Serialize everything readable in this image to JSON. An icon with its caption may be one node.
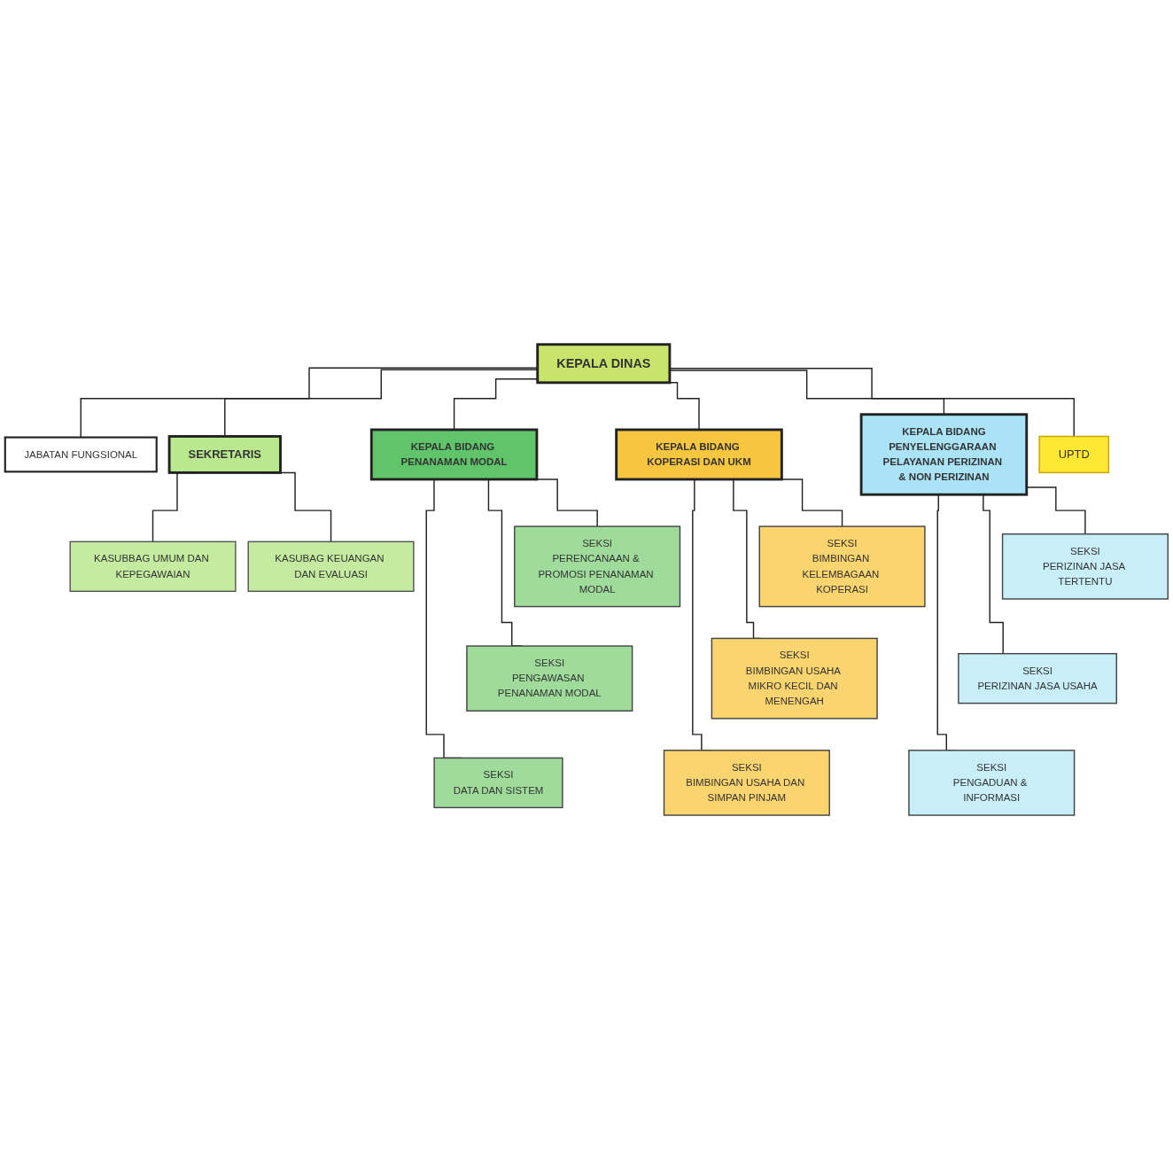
{
  "diagram": {
    "nodes": [
      {
        "text": [
          "KEPALA DINAS"
        ]
      },
      {
        "text": [
          "JABATAN FUNGSIONAL"
        ]
      },
      {
        "text": [
          "SEKRETARIS"
        ]
      },
      {
        "text": [
          "KASUBBAG UMUM DAN KEPEGAWAIAN"
        ]
      },
      {
        "text": [
          "KASUBAG KEUANGAN DAN EVALUASI"
        ]
      },
      {
        "text": [
          "KEPALA BIDANG PENANAMAN MODAL"
        ]
      },
      {
        "text": [
          "KEPALA BIDANG KOPERASI DAN UKM"
        ]
      },
      {
        "text": [
          "KEPALA BIDANG",
          "PENYELENGGARAAN PELAYANAN PERIZINAN & NON PERIZINAN"
        ]
      },
      {
        "text": [
          "SEKSI",
          "PERENCANAAN & PROMOSI PENANAMAN MODAL"
        ]
      },
      {
        "text": [
          "SEKSI",
          "PENGAWASAN PENANAMAN MODAL"
        ]
      },
      {
        "text": [
          "SEKSI",
          "DATA DAN SISTEM"
        ]
      },
      {
        "text": [
          "SEKSI",
          "BIMBINGAN KELEMBAGAAN KOPERASI"
        ]
      },
      {
        "text": [
          "SEKSI",
          "BIMBINGAN USAHA MIKRO KECIL DAN MENENGAH"
        ]
      },
      {
        "text": [
          "SEKSI",
          "BIMBINGAN USAHA DAN SIMPAN PINJAM"
        ]
      },
      {
        "text": [
          "SEKSI",
          "PERIZINAN JASA TERTENTU"
        ]
      },
      {
        "text": [
          "SEKSI",
          "PERIZINAN JASA USAHA"
        ]
      },
      {
        "text": [
          "SEKSI",
          "PENGADUAN & INFORMASI"
        ]
      },
      {
        "text": [
          "UPTD"
        ]
      }
    ],
    "edges": [
      {
        "from": 0,
        "to": 1,
        "arrow": "none"
      },
      {
        "from": 0,
        "to": 2,
        "arrow": "none"
      },
      {
        "from": 2,
        "to": 3,
        "arrow": "none"
      },
      {
        "from": 2,
        "to": 4,
        "arrow": "none"
      },
      {
        "from": 0,
        "to": 5,
        "arrow": "none"
      },
      {
        "from": 0,
        "to": 6,
        "arrow": "none"
      },
      {
        "from": 0,
        "to": 7,
        "arrow": "none"
      },
      {
        "from": 5,
        "to": 8,
        "arrow": "none"
      },
      {
        "from": 5,
        "to": 9,
        "arrow": "none"
      },
      {
        "from": 5,
        "to": 10,
        "arrow": "none"
      },
      {
        "from": 6,
        "to": 11,
        "arrow": "none"
      },
      {
        "from": 6,
        "to": 12,
        "arrow": "none"
      },
      {
        "from": 6,
        "to": 13,
        "arrow": "none"
      },
      {
        "from": 7,
        "to": 14,
        "arrow": "none"
      },
      {
        "from": 7,
        "to": 15,
        "arrow": "none"
      },
      {
        "from": 7,
        "to": 16,
        "arrow": "none"
      },
      {
        "from": 0,
        "to": 17,
        "arrow": "none"
      }
    ]
  }
}
